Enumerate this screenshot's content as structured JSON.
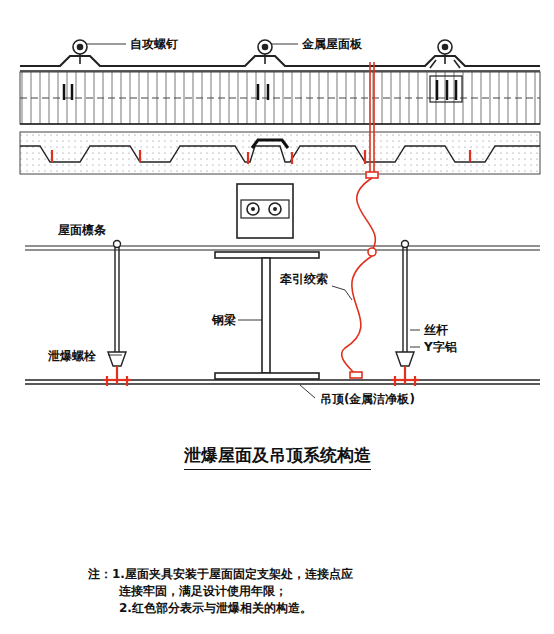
{
  "diagram": {
    "title": "泄爆屋面及吊顶系统构造",
    "labels": [
      "自攻螺钉",
      "金属屋面板",
      "屋面檩条",
      "钢梁",
      "牵引绞索",
      "丝杆",
      "Y字铝",
      "泄爆螺栓",
      "吊顶(金属洁净板)",
      "注：1.屋面夹具安装于屋面固定支架处，连接点应",
      "连接牢固，满足设计使用年限；",
      "2.红色部分表示与泄爆相关的构造。"
    ]
  }
}
